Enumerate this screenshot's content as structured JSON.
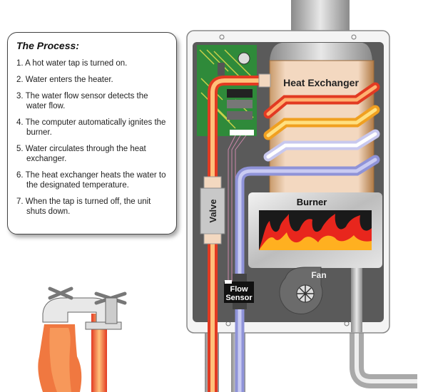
{
  "process": {
    "title": "The Process:",
    "steps": [
      "1. A hot water tap is turned on.",
      "2. Water enters the heater.",
      "3. The water flow sensor detects the water flow.",
      "4. The computer automatically ignites the burner.",
      "5. Water circulates through the heat exchanger.",
      "6. The heat exchanger heats the water to the designated temperature.",
      "7. When the tap is turned off, the unit shuts down."
    ]
  },
  "labels": {
    "heat_exchanger": "Heat Exchanger",
    "burner": "Burner",
    "fan": "Fan",
    "valve": "Valve",
    "flow_sensor_line1": "Flow",
    "flow_sensor_line2": "Sensor"
  },
  "colors": {
    "hot": "#e8452a",
    "cold": "#8f93d8",
    "panel": "#5a5a5a"
  }
}
